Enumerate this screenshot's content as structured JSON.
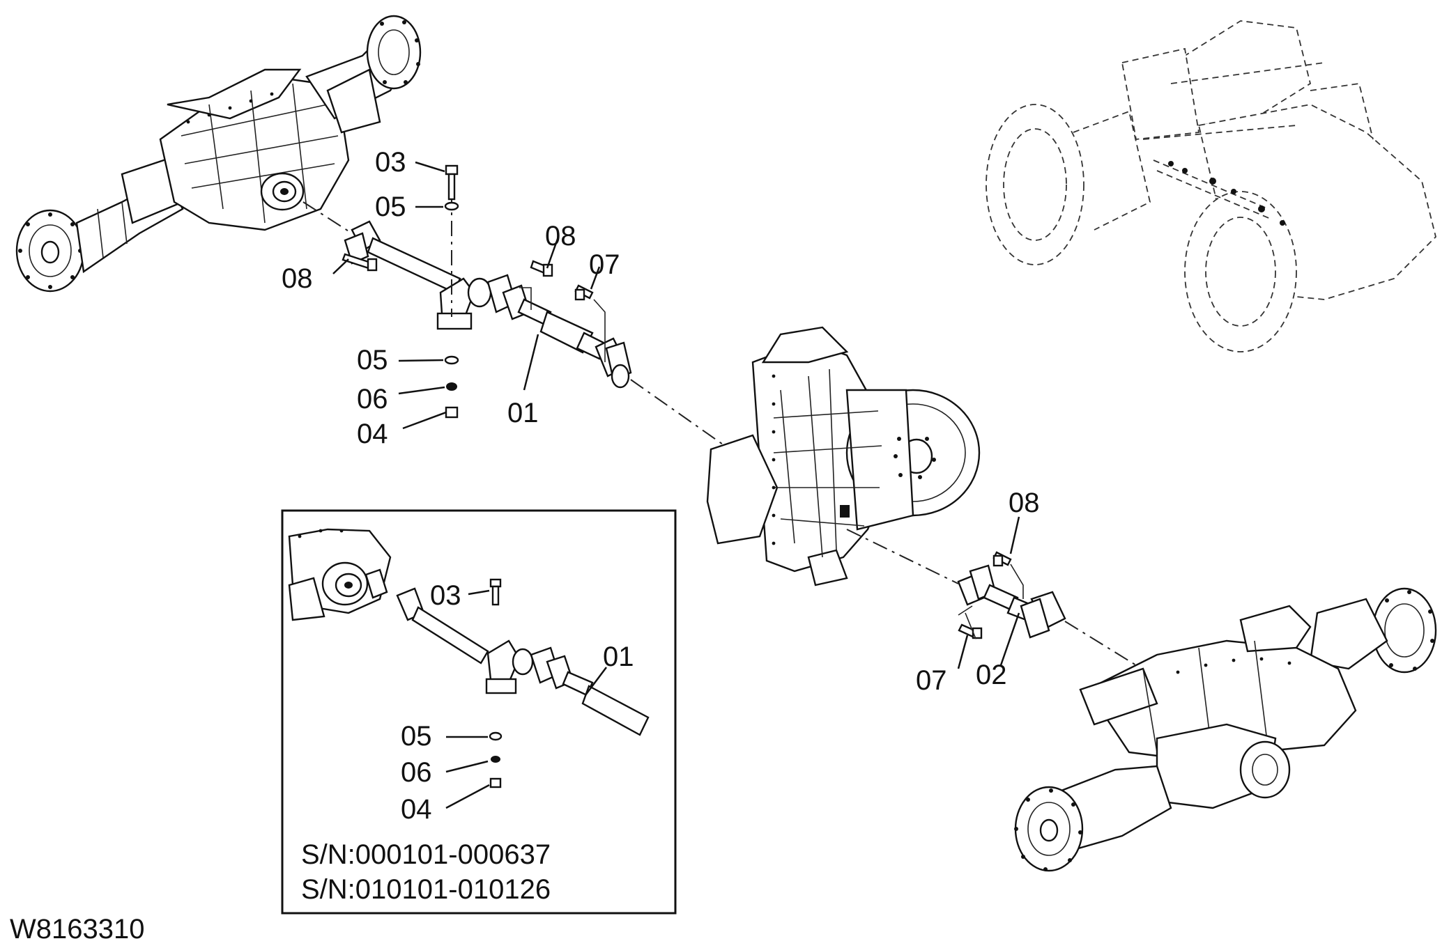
{
  "diagram": {
    "drawing_id": "W8163310",
    "inset": {
      "serial_ranges": [
        "S/N:000101-000637",
        "S/N:010101-010126"
      ]
    },
    "callouts_main": {
      "bolt_top": "03",
      "washer_top": "05",
      "bolt_front_left": "08",
      "bolt_front_right": "08",
      "bolt_front_07": "07",
      "washer_low": "05",
      "lockwasher": "06",
      "nut": "04",
      "front_shaft": "01",
      "bolt_rear_08": "08",
      "bolt_rear_07": "07",
      "rear_shaft": "02"
    },
    "callouts_inset": {
      "bolt": "03",
      "shaft": "01",
      "washer": "05",
      "lockwasher": "06",
      "nut": "04"
    }
  }
}
